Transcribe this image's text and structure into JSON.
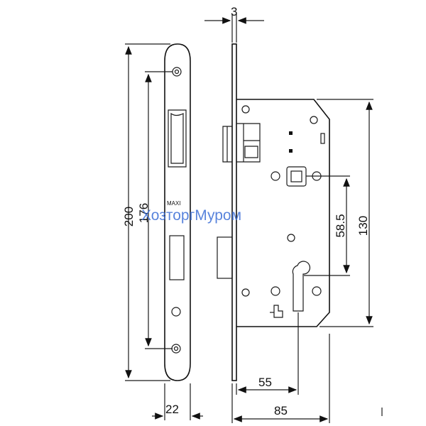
{
  "drawing": {
    "faceplate_mark": "MAXI",
    "dimensions": {
      "top_thickness": "3",
      "overall_height": "200",
      "screw_spacing": "176",
      "backset_to_center": "58.5",
      "body_height": "130",
      "backset": "55",
      "faceplate_width": "22",
      "body_width": "85"
    }
  },
  "watermark": "ХозторгМуром"
}
